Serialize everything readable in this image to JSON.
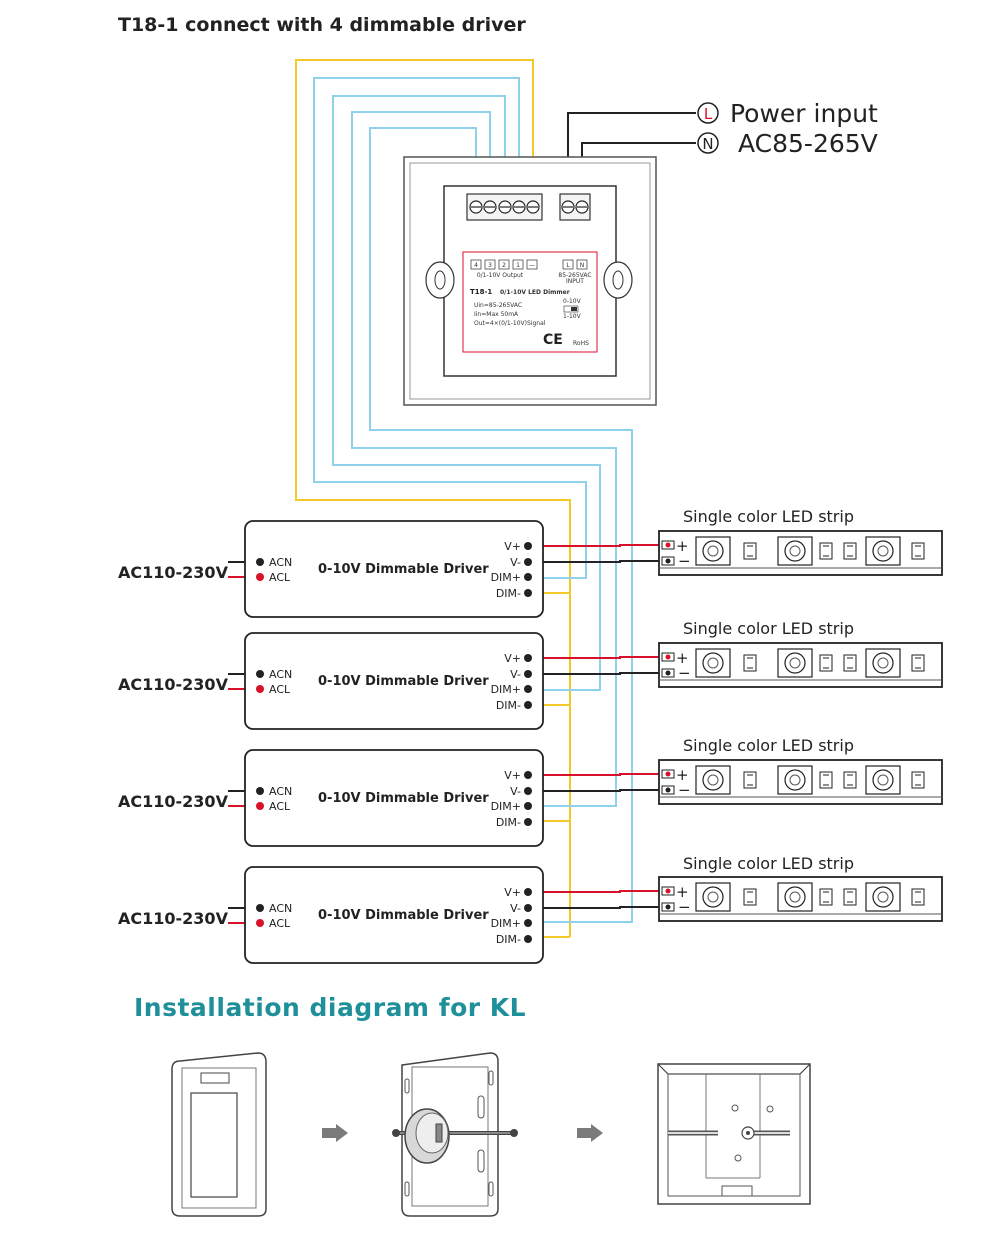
{
  "title": "T18-1 connect with 4 dimmable driver",
  "power": {
    "l_label": "L",
    "n_label": "N",
    "line1": "Power input",
    "line2": "AC85-265V"
  },
  "controller": {
    "terminals": [
      "4",
      "3",
      "2",
      "1",
      "—"
    ],
    "output_caption": "0/1-10V Output",
    "input_terminals": [
      "L",
      "N"
    ],
    "input_caption1": "85-265VAC",
    "input_caption2": "INPUT",
    "model": "T18-1",
    "model_desc": "0/1-10V LED Dimmer",
    "spec1": "Uin=85-265VAC",
    "spec2": "Iin=Max 50mA",
    "spec3": "Out=4×(0/1-10V)Signal",
    "switch1": "0-10V",
    "switch2": "1-10V",
    "ce": "CE",
    "rohs": "RoHS"
  },
  "drivers": [
    {
      "ac": "AC110-230V",
      "name": "0-10V Dimmable Driver",
      "in1": "ACN",
      "in2": "ACL",
      "out": [
        "V+",
        "V-",
        "DIM+",
        "DIM-"
      ]
    },
    {
      "ac": "AC110-230V",
      "name": "0-10V Dimmable Driver",
      "in1": "ACN",
      "in2": "ACL",
      "out": [
        "V+",
        "V-",
        "DIM+",
        "DIM-"
      ]
    },
    {
      "ac": "AC110-230V",
      "name": "0-10V Dimmable Driver",
      "in1": "ACN",
      "in2": "ACL",
      "out": [
        "V+",
        "V-",
        "DIM+",
        "DIM-"
      ]
    },
    {
      "ac": "AC110-230V",
      "name": "0-10V Dimmable Driver",
      "in1": "ACN",
      "in2": "ACL",
      "out": [
        "V+",
        "V-",
        "DIM+",
        "DIM-"
      ]
    }
  ],
  "strips": [
    {
      "label": "Single color LED strip",
      "plus": "+",
      "minus": "−"
    },
    {
      "label": "Single color LED strip",
      "plus": "+",
      "minus": "−"
    },
    {
      "label": "Single color LED strip",
      "plus": "+",
      "minus": "−"
    },
    {
      "label": "Single color LED strip",
      "plus": "+",
      "minus": "−"
    }
  ],
  "install_title": "Installation diagram for KL",
  "colors": {
    "yellow_wire": "#f2c928",
    "blue_wire": "#8fd0ea",
    "red_wire": "#d9122b",
    "black_wire": "#222222",
    "section_title": "#1f8f9a",
    "arrow": "#7a7a7a"
  }
}
